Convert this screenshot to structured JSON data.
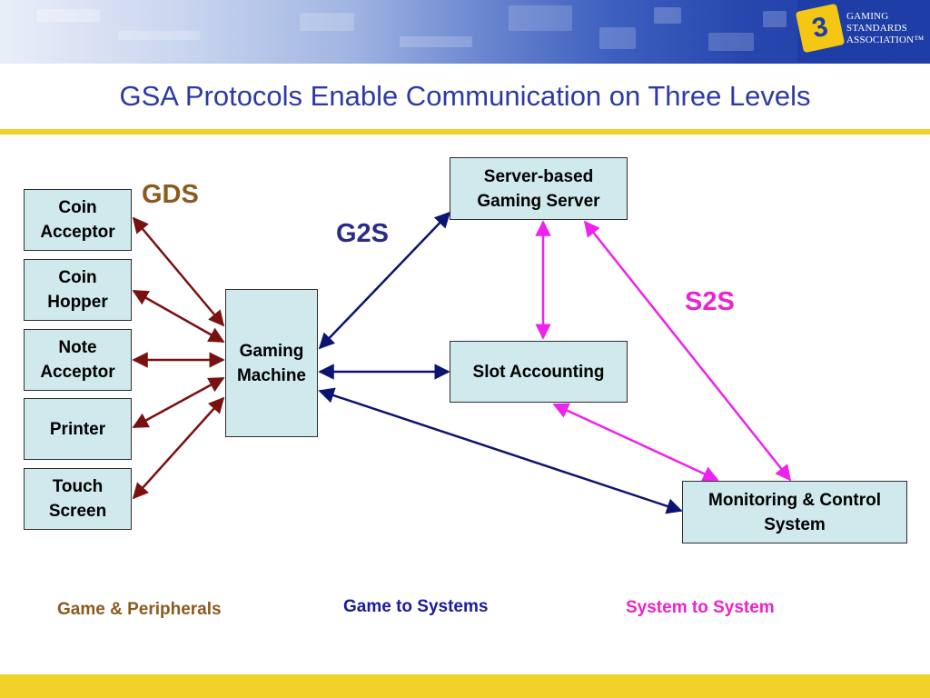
{
  "banner": {
    "logo": {
      "mark": "3",
      "lines": [
        "GAMING",
        "STANDARDS",
        "ASSOCIATION™"
      ]
    }
  },
  "title": "GSA Protocols Enable Communication on Three Levels",
  "colors": {
    "title": "#2d3aa3",
    "gds": "#8b5a1e",
    "g2s": "#2a2a8a",
    "s2s": "#ee22cc",
    "gds_arrow": "#7a1111",
    "g2s_arrow": "#0b1470",
    "s2s_arrow": "#ee22ee",
    "box_fill": "#cfe9ec",
    "accent_yellow": "#f2d22a"
  },
  "boxes": {
    "coin_acceptor": "Coin\nAcceptor",
    "coin_hopper": "Coin\nHopper",
    "note_acceptor": "Note\nAcceptor",
    "printer": "Printer",
    "touch_screen": "Touch\nScreen",
    "gaming_machine": "Gaming\nMachine",
    "gaming_server": "Server-based\nGaming Server",
    "slot_accounting": "Slot Accounting",
    "monitoring": "Monitoring & Control\nSystem"
  },
  "protocols": {
    "gds": "GDS",
    "g2s": "G2S",
    "s2s": "S2S"
  },
  "legend": {
    "gds": "Game & Peripherals",
    "g2s": "Game to Systems",
    "s2s": "System to System"
  }
}
